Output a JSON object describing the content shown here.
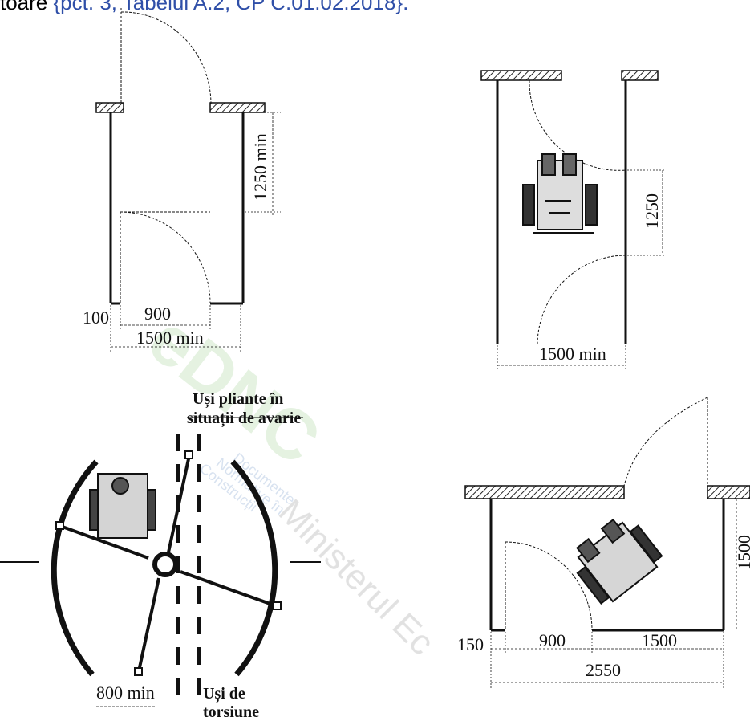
{
  "header": {
    "text": "toare",
    "reference": "{pct. 3, Tabelul A.2, CP C.01.02.2018}."
  },
  "diagram_top_left": {
    "width_label": "1500 min",
    "wall_label": "100",
    "door_label": "900",
    "depth_label": "1250 min"
  },
  "diagram_top_right": {
    "width_label": "1500 min",
    "depth_label": "1250"
  },
  "diagram_bottom_left": {
    "emergency_label_line1": "Uși pliante în",
    "emergency_label_line2": "situații de avarie",
    "min_label": "800 min",
    "torsion_label_line1": "Uși de",
    "torsion_label_line2": "torsiune"
  },
  "diagram_bottom_right": {
    "wall_label": "150",
    "door_label": "900",
    "clear_label": "1500",
    "total_label": "2550",
    "depth_label": "1500"
  },
  "watermark": {
    "logo_text": "eDNC",
    "sub_line1": "Documente",
    "sub_line2": "Normative în",
    "sub_line3": "Construcții",
    "ministry_text": "Ministerul Ec"
  }
}
